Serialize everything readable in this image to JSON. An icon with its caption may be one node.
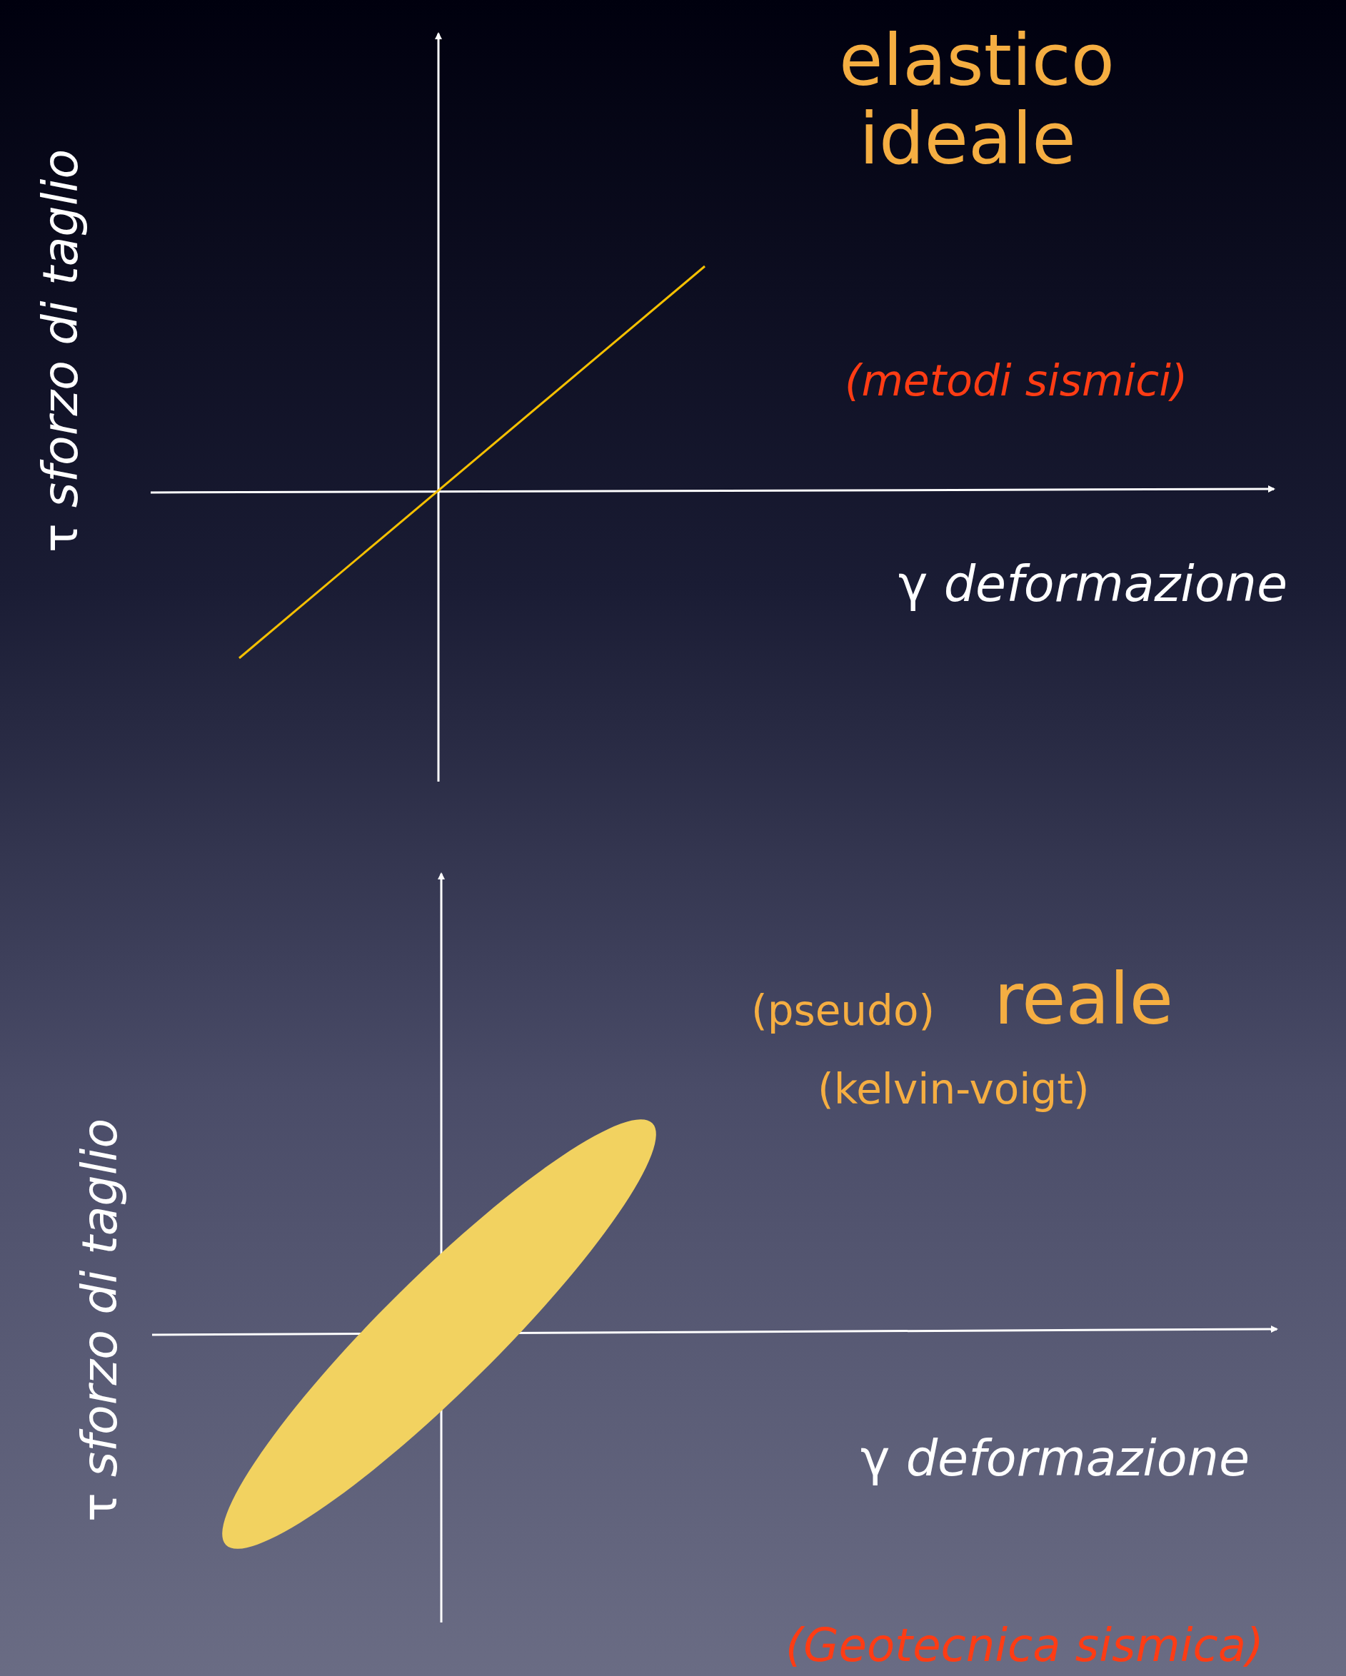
{
  "diagram": {
    "nodes": [
      {
        "text": [],
        "shape": "ellipse"
      }
    ],
    "labels": [
      "elastico ideale",
      "τ *sforzo di taglio*",
      "(metodi sismici)",
      "γ *deformazione*",
      "(pseudo)",
      "reale",
      "(kelvin-voigt)",
      "τ *sforzo di taglio*",
      "γ  *deformazione*",
      "(Geotecnica sismica)"
    ]
  }
}
